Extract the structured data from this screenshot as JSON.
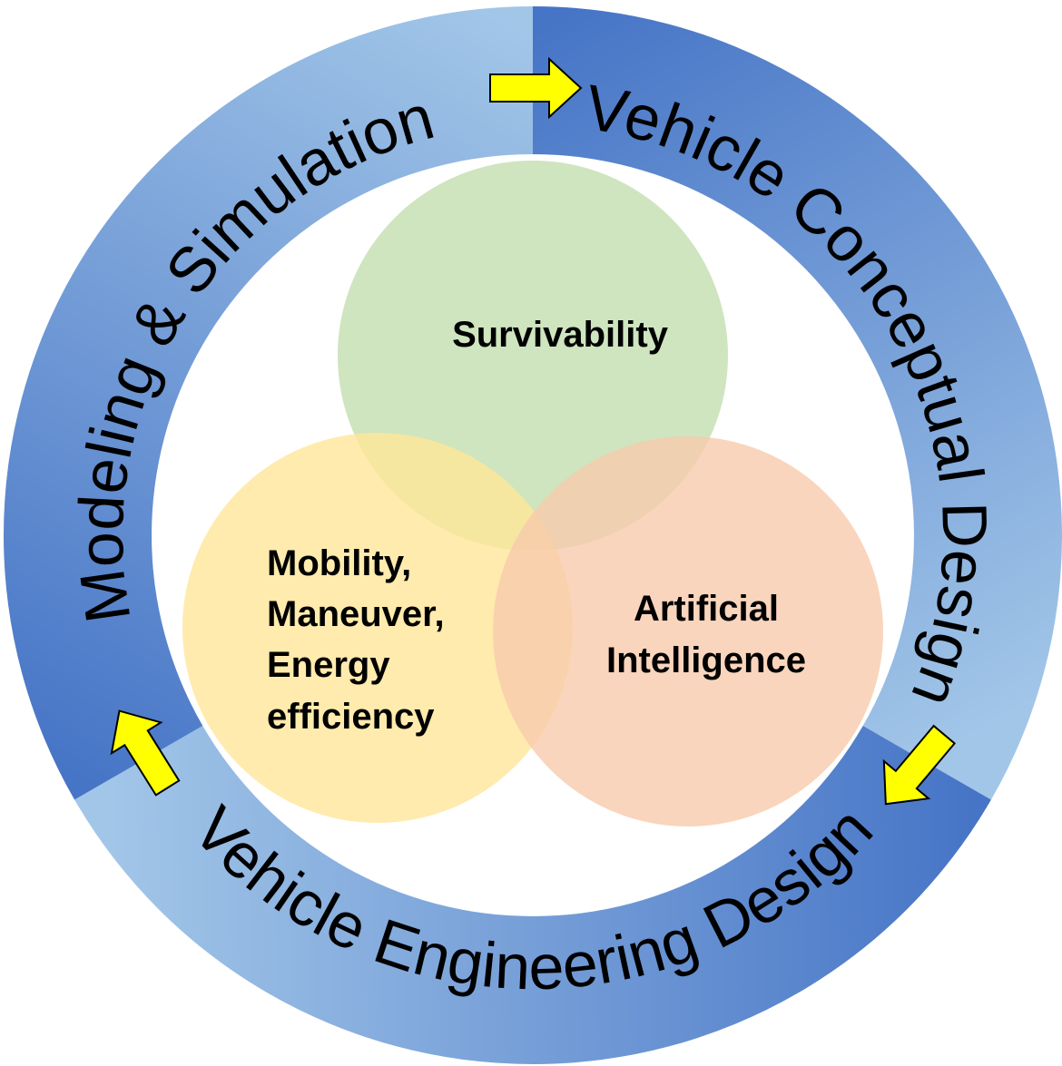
{
  "ring": {
    "conceptual": "Vehicle Conceptual Design",
    "engineering": "Vehicle Engineering Design",
    "modeling": "Modeling & Simulation"
  },
  "circles": {
    "survivability": "Survivability",
    "mobility": [
      "Mobility,",
      "Maneuver,",
      "Energy",
      "efficiency"
    ],
    "ai": [
      "Artificial",
      "Intelligence"
    ]
  },
  "colors": {
    "ring_dark": "#4674c6",
    "ring_light": "#a2c6e8",
    "green": "#c5e0b4",
    "yellow": "#ffe699",
    "orange": "#f8cbad",
    "arrow": "#ffff00"
  }
}
